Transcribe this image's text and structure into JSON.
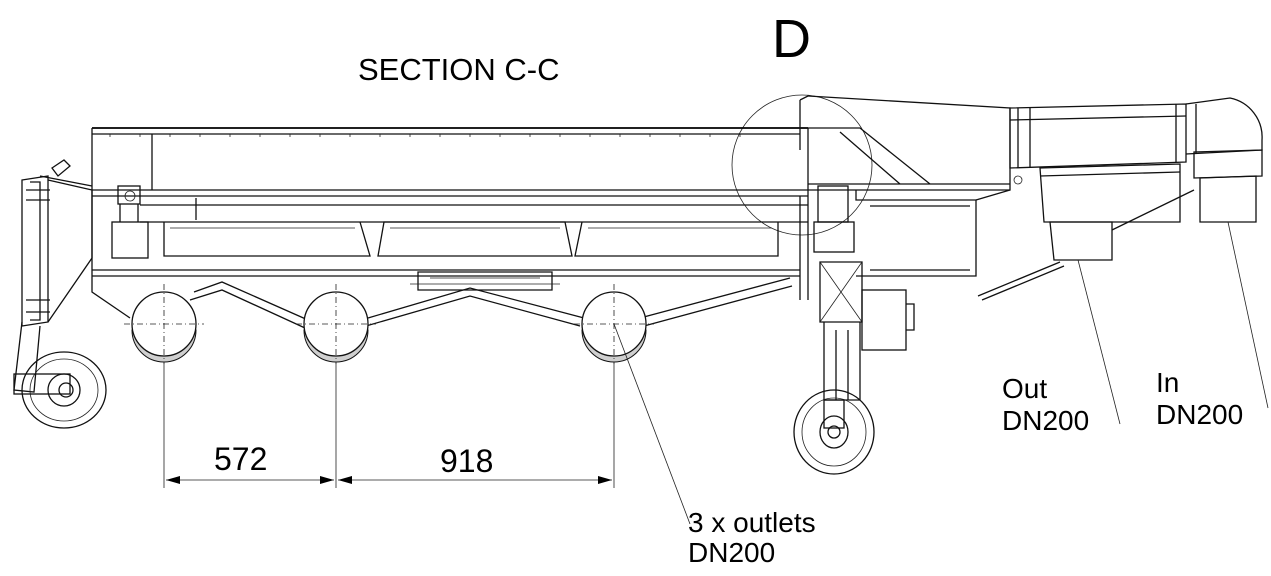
{
  "title": "SECTION C-C",
  "detail_marker": "D",
  "dimensions": {
    "left": "572",
    "right": "918"
  },
  "labels": {
    "outlets_line1": "3 x outlets",
    "outlets_line2": "DN200",
    "out_line1": "Out",
    "out_line2": "DN200",
    "in_line1": "In",
    "in_line2": "DN200"
  }
}
